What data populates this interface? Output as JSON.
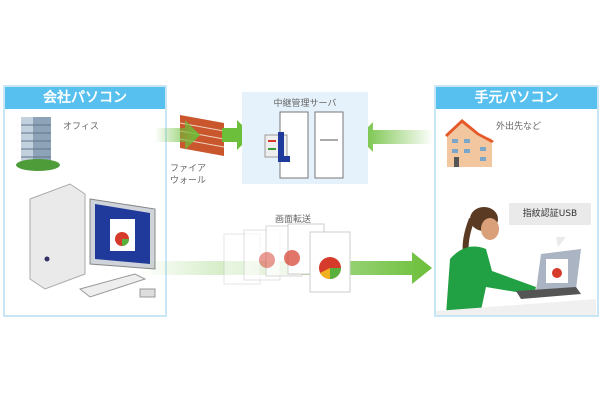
{
  "office_pc": {
    "title": "会社パソコン",
    "location": "オフィス"
  },
  "firewall": {
    "label_line1": "ファイア",
    "label_line2": "ウォール"
  },
  "relay_server": {
    "title": "中継管理サーバ"
  },
  "screen_transfer": {
    "label": "画面転送"
  },
  "remote_pc": {
    "title": "手元パソコン",
    "location": "外出先など",
    "callout": "指紋認証USB"
  },
  "colors": {
    "header": "#58c0ef",
    "arrow": "#6cbf3a",
    "panel_border": "#c9e6f7"
  }
}
